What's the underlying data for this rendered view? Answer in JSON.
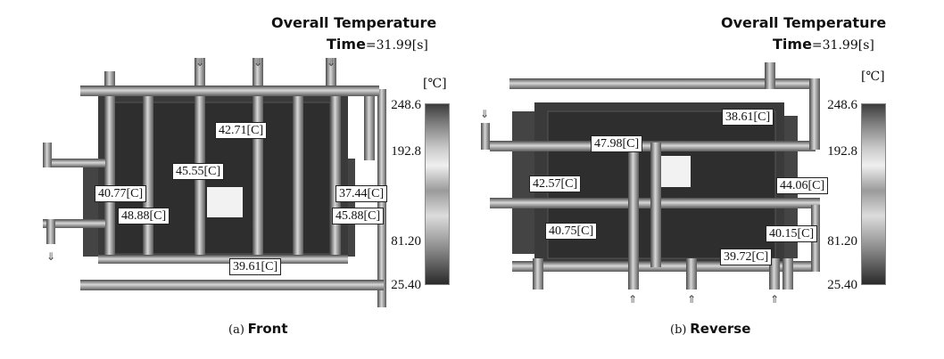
{
  "front": {
    "title": "Overall Temperature",
    "time_label": "Time",
    "time_value": "=31.99[s]",
    "unit": "[℃]",
    "colorbar_ticks": [
      "248.6",
      "192.8",
      "81.20",
      "25.40"
    ],
    "probes": [
      "42.71[C]",
      "45.55[C]",
      "40.77[C]",
      "48.88[C]",
      "37.44[C]",
      "45.88[C]",
      "39.61[C]"
    ],
    "caption_tag": "(a)",
    "caption_name": "Front"
  },
  "reverse": {
    "title": "Overall Temperature",
    "time_label": "Time",
    "time_value": "=31.99[s]",
    "unit": "[℃]",
    "colorbar_ticks": [
      "248.6",
      "192.8",
      "81.20",
      "25.40"
    ],
    "probes": [
      "38.61[C]",
      "47.98[C]",
      "42.57[C]",
      "44.06[C]",
      "40.75[C]",
      "40.15[C]",
      "39.72[C]"
    ],
    "caption_tag": "(b)",
    "caption_name": "Reverse"
  }
}
